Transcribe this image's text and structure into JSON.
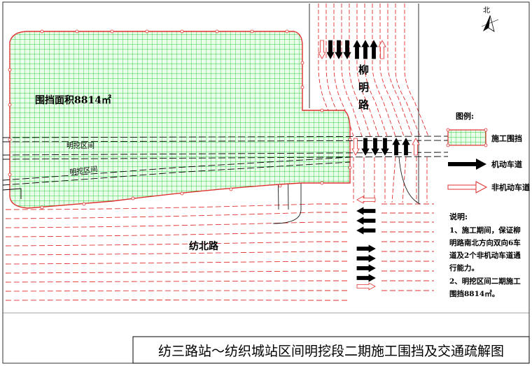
{
  "labels": {
    "site_area": "围挡面积8814㎡",
    "open_cut_1": "明挖区间",
    "open_cut_2": "明挖区间",
    "road_liuming": "柳\n明\n路",
    "road_fangbei": "纺北路",
    "north": "北"
  },
  "legend": {
    "title": "图例:",
    "items": [
      {
        "symbol": "construction-fence",
        "label": "施工围挡"
      },
      {
        "symbol": "motor-lane-arrow",
        "label": "机动车道"
      },
      {
        "symbol": "non-motor-lane-arrow",
        "label": "非机动车道"
      }
    ]
  },
  "notes": {
    "title": "说明:",
    "lines": [
      "1、施工期间，保证柳",
      "明路南北方向双向6车",
      "道及2个非机动车道通",
      "行能力。",
      "2、明挖区间二期施工",
      "围挡8814㎡。"
    ]
  },
  "title_block": {
    "title": "纺三路站～纺织城站区间明挖段二期施工围挡及交通疏解图"
  },
  "colors": {
    "fence_line": "#e03030",
    "fence_grid": "#2ecc40",
    "fence_fill": "#eaffea",
    "road_line": "#e03030",
    "ink": "#000000"
  }
}
